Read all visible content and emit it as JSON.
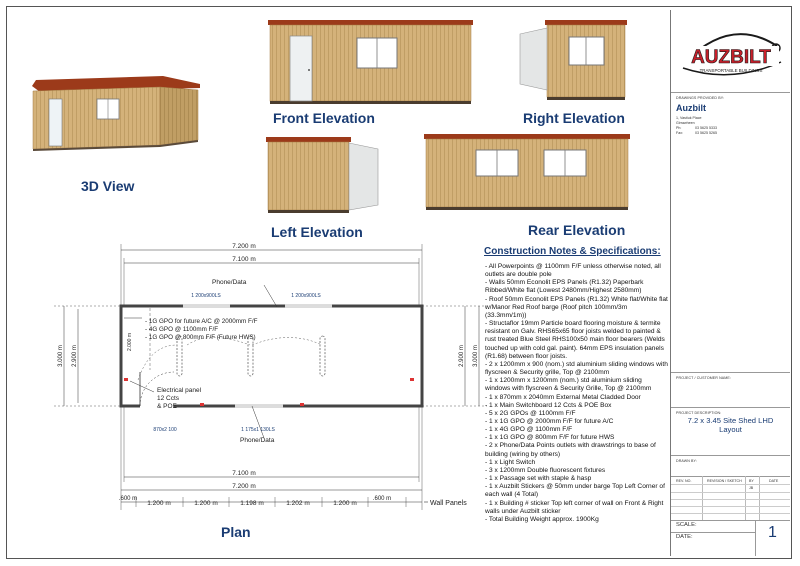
{
  "views": {
    "view_3d": "3D View",
    "front": "Front Elevation",
    "right": "Right Elevation",
    "left": "Left Elevation",
    "rear": "Rear Elevation",
    "plan": "Plan"
  },
  "plan_labels": {
    "overall_width_outer": "7.200 m",
    "overall_width_inner": "7.100 m",
    "overall_width_inner_bottom": "7.100 m",
    "overall_width_outer_bottom": "7.200 m",
    "height_outer_left": "3.000 m",
    "height_inner_left": "2.900 m",
    "height_inner_right": "2.900 m",
    "height_outer_right": "3.000 m",
    "window_1": "1 200x900LS",
    "window_2": "1 200x900LS",
    "window_rear": "1 175x1 130LS",
    "door": "870x2 100",
    "wall_dim": "2.000 m",
    "phone_top": "Phone/Data",
    "phone_bottom": "Phone/Data",
    "gpo_1": "- 1G GPO for future A/C @ 2000mm F/F",
    "gpo_2": "- 4G GPO @ 1100mm F/F",
    "gpo_3": "- 1G GPO @ 800mm F/F (Future HWS)",
    "electrical_1": "Electrical panel",
    "electrical_2": "12 Ccts",
    "electrical_3": "& POE",
    "panel_dims": [
      ".600 m",
      "1.200 m",
      "1.200 m",
      "1.198 m",
      "1.202 m",
      "1.200 m",
      ".600 m"
    ],
    "wall_panels": "Wall Panels"
  },
  "notes": {
    "title": "Construction Notes & Specifications:",
    "items": [
      "- All Powerpoints @ 1100mm F/F unless otherwise noted, all outlets are double pole",
      "- Walls 50mm Econolit EPS Panels (R1.32) Paperbark Ribbed/White flat (Lowest 2480mm/Highest 2580mm)",
      "- Roof 50mm Econolit EPS Panels (R1.32) White flat/White flat w/Manor Red Roof barge (Roof pitch 100mm/3m (33.3mm/1m))",
      "- Structaflor 19mm Particle board flooring moisture & termite resistant on Galv. RHS65x65 floor joists welded to painted & rust treated Blue Steel RHS100x50 main floor bearers (Welds touched up with cold gal. paint). 64mm EPS insulation panels (R1.68) between floor joists.",
      "- 2 x 1200mm x 900 (nom.) std aluminium sliding windows with flyscreen & Security grille, Top @ 2100mm",
      "- 1 x 1200mm x 1200mm (nom.) std aluminium sliding windows with flyscreen & Security Grille, Top @ 2100mm",
      "- 1 x 870mm x 2040mm External Metal Cladded Door",
      "- 1 x Main Switchboard 12 Ccts & POE Box",
      "- 5 x 2G GPOs @ 1100mm F/F",
      "- 1 x 1G GPO @ 2000mm F/F for future A/C",
      "- 1 x 4G GPO @ 1100mm F/F",
      "- 1 x 1G GPO @ 800mm F/F for future HWS",
      "- 2 x Phone/Data Points outlets with drawstrings to base of building (wiring by others)",
      "- 1 x Light Switch",
      "- 3 x 1200mm Double fluorescent fixtures",
      "- 1 x Passage set with staple & hasp",
      "- 1 x Auzbilt Stickers @ 50mm under barge Top Left Corner of each wall (4 Total)",
      "- 1 x Building # sticker Top left corner of wall on Front & Right walls under Auzbilt sticker",
      "- Total Building Weight approx. 1900Kg"
    ]
  },
  "title_block": {
    "logo_text": "AUZBILT",
    "logo_tagline": "TRANSPORTABLE BUILDINGS",
    "drawings_label": "DRAWINGS PROVIDED BY:",
    "company": "Auzbilt",
    "address_1": "1, Vastiuk Place",
    "address_2": "Girrawheen",
    "phone_label": "Ph:",
    "phone": "03 5625 5333",
    "fax_label": "Fax:",
    "fax": "03 5625 5265",
    "project_customer_label": "PROJECT / CUSTOMER NAME:",
    "project_desc_label": "PROJECT DESCRIPTION:",
    "project_desc_1": "7.2 x 3.45 Site Shed LHD",
    "project_desc_2": "Layout",
    "drawn_by_label": "DRAWN BY:",
    "rev_col_1": "REV. NO.",
    "rev_col_2": "REVISION / SKETCH",
    "rev_col_3": "BY",
    "rev_col_4": "DATE",
    "rev_by": "JB",
    "scale_label": "SCALE:",
    "date_label": "DATE:",
    "page_number": "1"
  },
  "colors": {
    "title_blue": "#1a3c73",
    "cladding": "#d2b074",
    "roof_barge": "#9c3a1a",
    "logo_red": "#c8202b"
  }
}
